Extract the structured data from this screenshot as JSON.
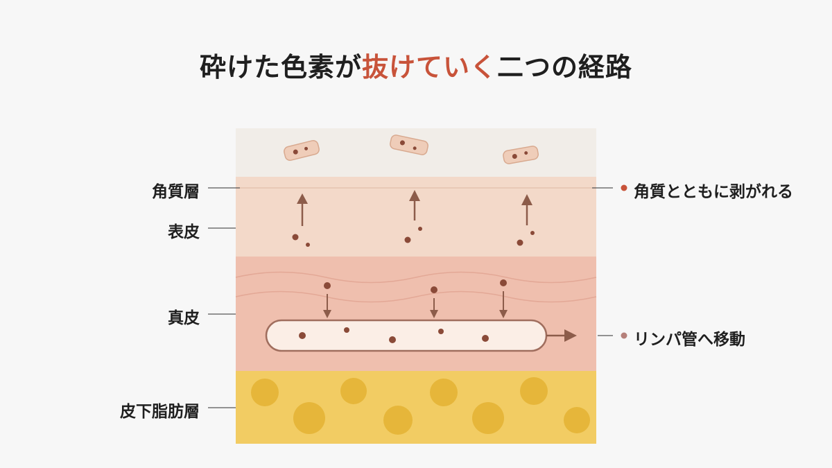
{
  "title": {
    "part1": "砕けた色素が",
    "highlight": "抜けていく",
    "part2": "二つの経路"
  },
  "layers": {
    "stratum_corneum": "角質層",
    "epidermis": "表皮",
    "dermis": "真皮",
    "subcutaneous": "皮下脂肪層"
  },
  "pathways": {
    "shed": "角質とともに剥がれる",
    "lymph": "リンパ管へ移動"
  },
  "colors": {
    "highlight": "#c8533a",
    "shed_dot": "#c8533a",
    "lymph_dot": "#b5807a",
    "pigment": "#8a4a38",
    "arrow": "#8c5c4a",
    "corneum_bg": "#f1ede8",
    "epidermis_bg": "#f3d9c9",
    "dermis_bg": "#efbfae",
    "fat_bg": "#f2cc63",
    "fat_cell": "#e6b63a"
  },
  "icons": [
    "pigment-particle",
    "arrow-up",
    "arrow-down",
    "arrow-right",
    "lymph-vessel",
    "fat-cell"
  ]
}
